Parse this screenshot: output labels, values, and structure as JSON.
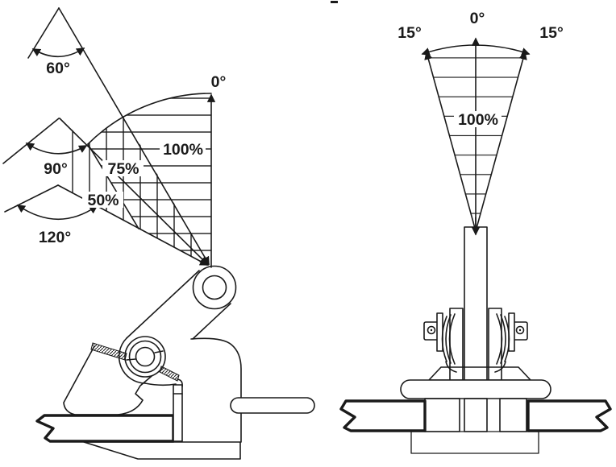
{
  "figure": {
    "type": "technical-diagram",
    "description": "Horizontal plate lifting clamp - load capacity versus lifting angle, side view (left) and front view (right)",
    "top_mark": "-",
    "side_view": {
      "vertical_angle_label": "0°",
      "sling_angle_labels": [
        "60°",
        "90°",
        "120°"
      ],
      "capacity_labels": [
        "100%",
        "75%",
        "50%"
      ]
    },
    "front_view": {
      "vertical_angle_label": "0°",
      "tilt_angle_left": "15°",
      "tilt_angle_right": "15°",
      "capacity_label": "100%"
    },
    "colors": {
      "line": "#1a1a1a",
      "background": "#ffffff"
    }
  }
}
